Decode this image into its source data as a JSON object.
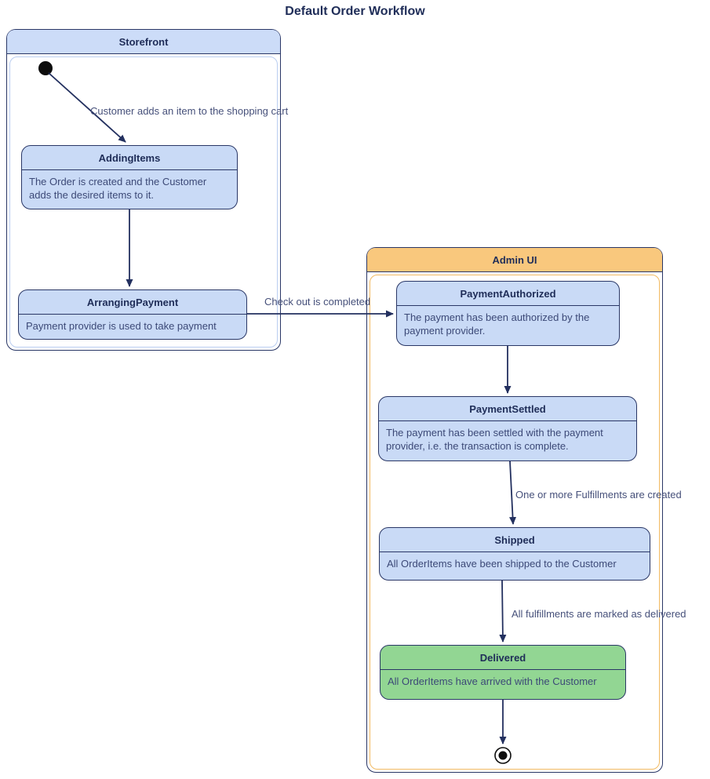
{
  "title": "Default Order Workflow",
  "colors": {
    "state_fill_blue": "#c9daf6",
    "container_header_blue": "#ccdcf8",
    "container_header_orange": "#f9c87d",
    "state_fill_green": "#92d693",
    "border_navy": "#2a3766",
    "transition_label": "#46507a"
  },
  "containers": {
    "storefront": {
      "label": "Storefront"
    },
    "admin_ui": {
      "label": "Admin UI"
    }
  },
  "states": {
    "adding_items": {
      "name": "AddingItems",
      "description": "The Order is created and the Customer adds the desired items to it."
    },
    "arranging_payment": {
      "name": "ArrangingPayment",
      "description": "Payment provider is used to take payment"
    },
    "payment_authorized": {
      "name": "PaymentAuthorized",
      "description": "The payment has been authorized by the payment provider."
    },
    "payment_settled": {
      "name": "PaymentSettled",
      "description": "The payment has been settled with the payment provider, i.e. the transaction is complete."
    },
    "shipped": {
      "name": "Shipped",
      "description": "All OrderItems have been shipped to the Customer"
    },
    "delivered": {
      "name": "Delivered",
      "description": "All OrderItems have arrived with the Customer"
    }
  },
  "transitions": {
    "add_item": {
      "label": "Customer adds an item to the shopping cart"
    },
    "checkout": {
      "label": "Check out is completed"
    },
    "fulfillments_created": {
      "label": "One or more Fulfillments are created"
    },
    "marked_delivered": {
      "label": "All fulfillments are marked as delivered"
    }
  }
}
